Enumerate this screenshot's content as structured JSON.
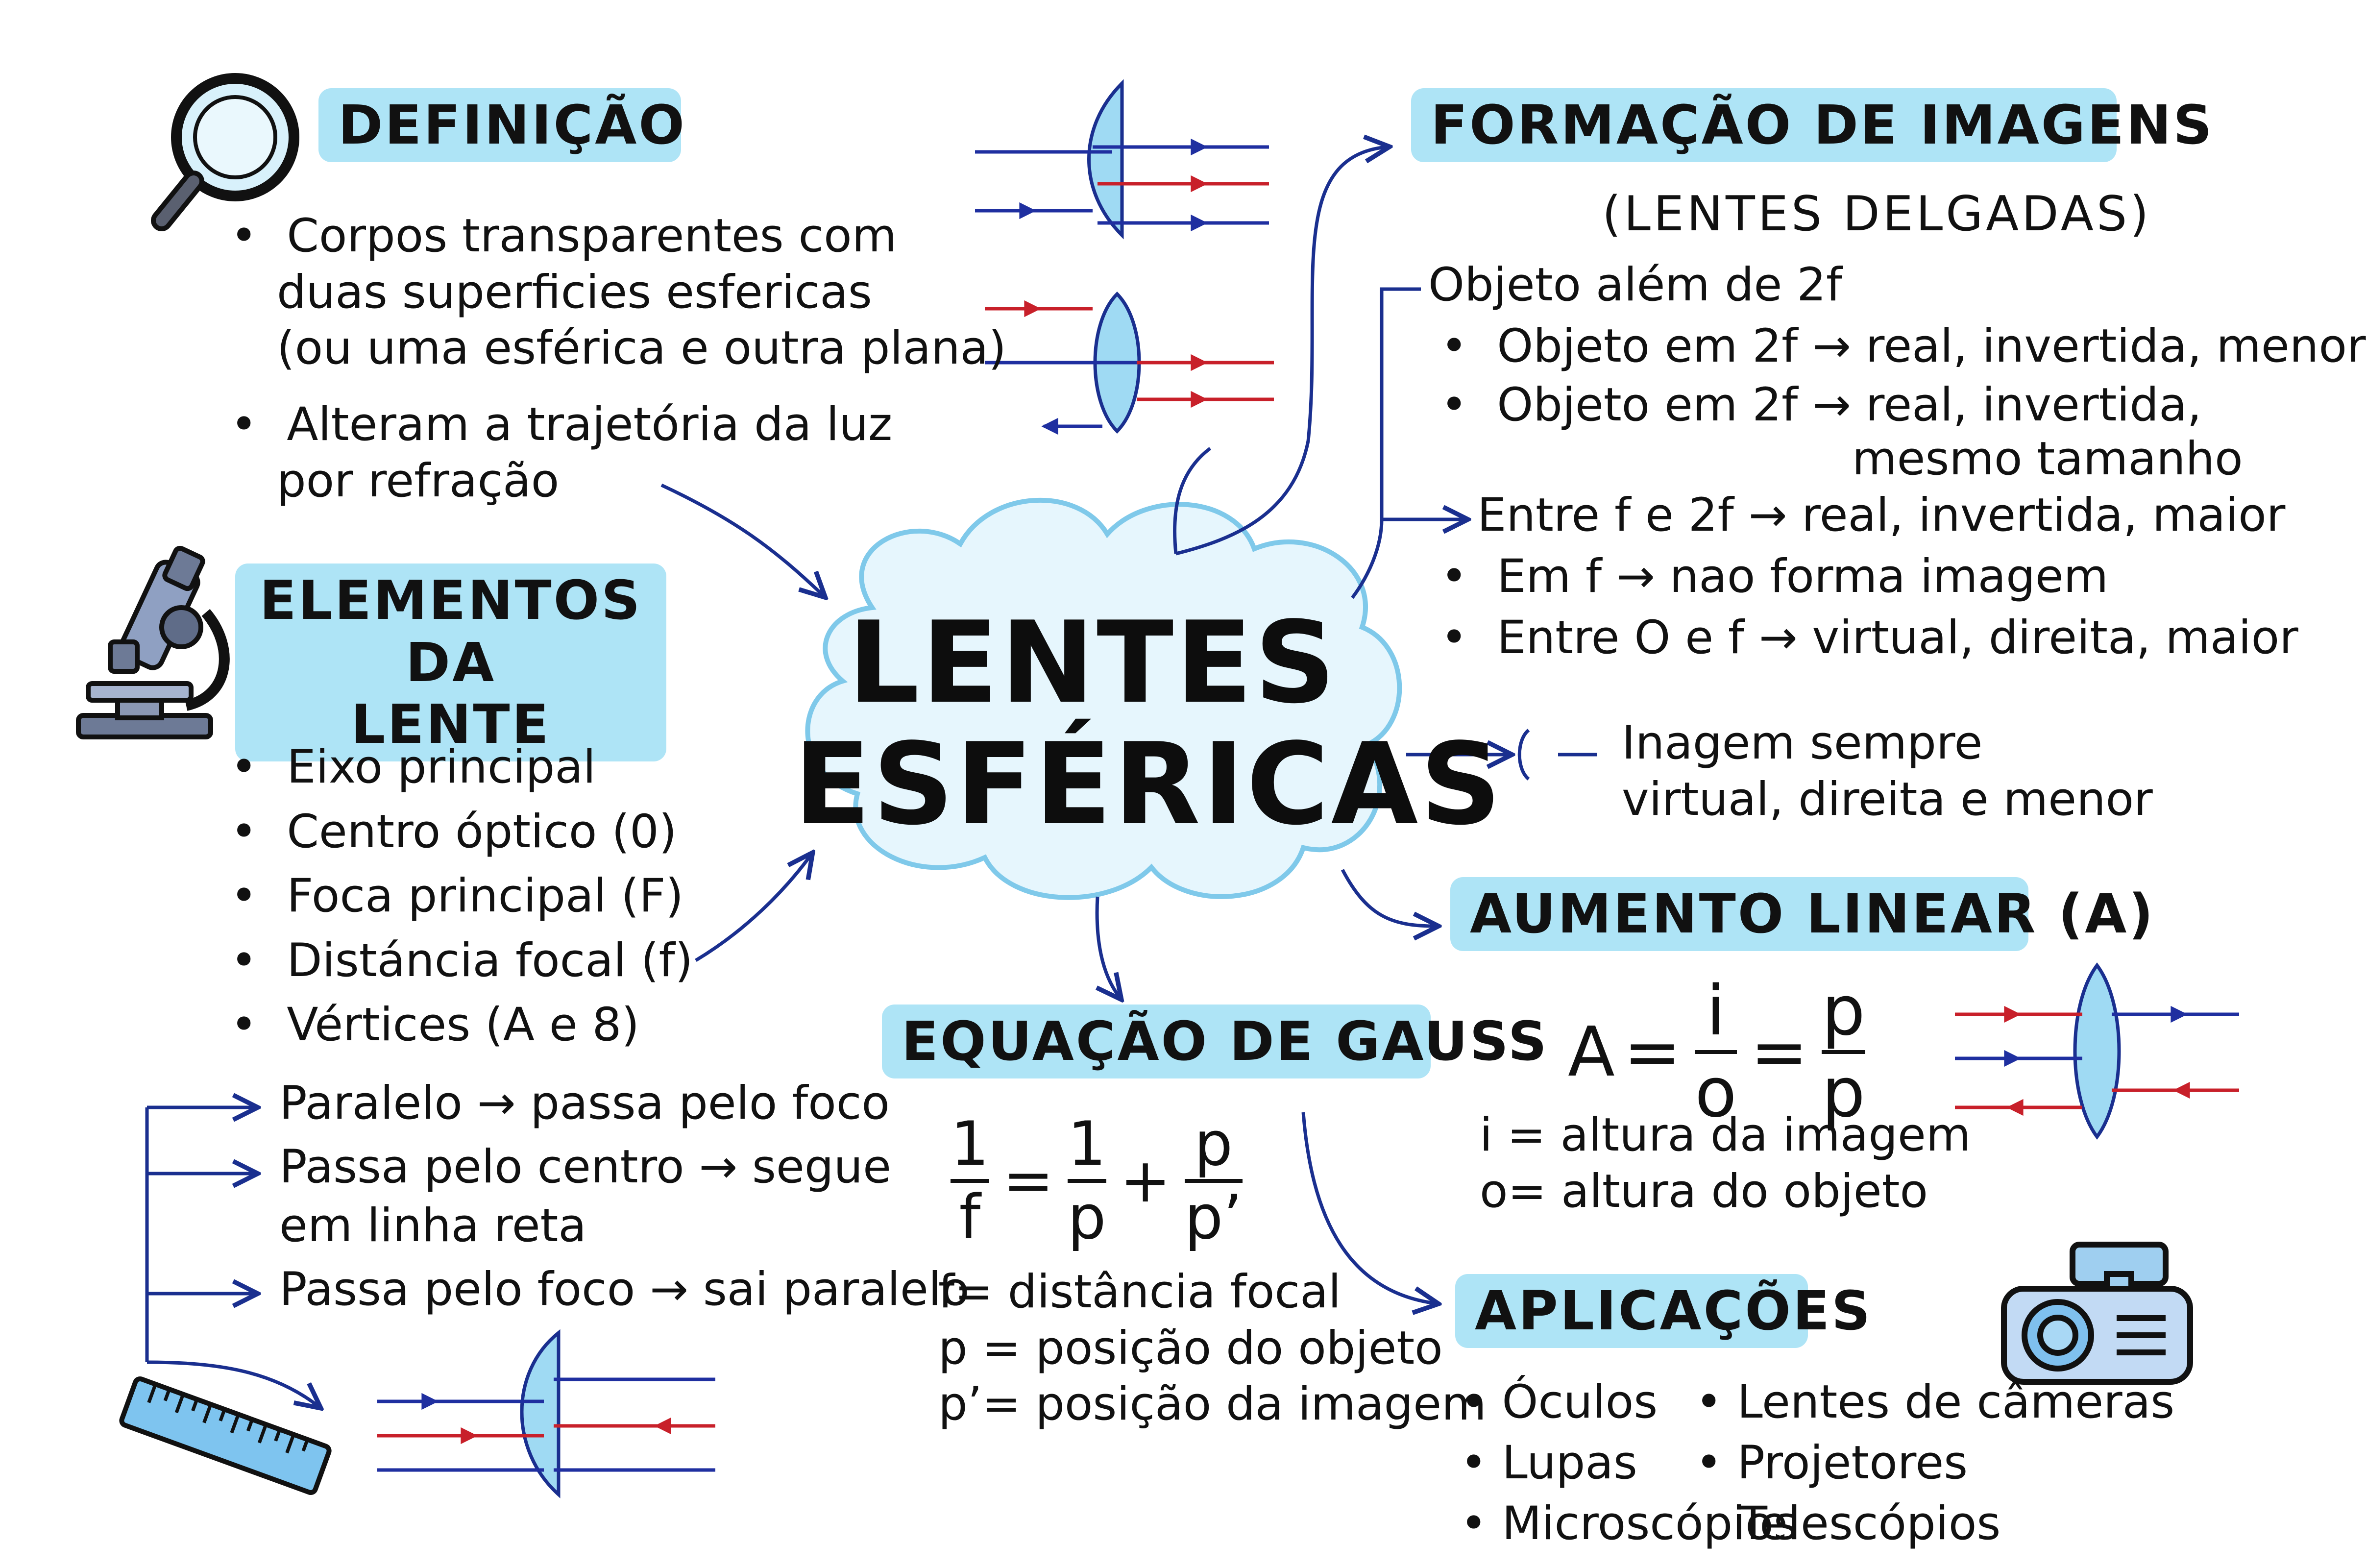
{
  "center": {
    "line1": "LENTES",
    "line2": "ESFÉRICAS"
  },
  "definicao": {
    "title": "DEFINIÇÃO",
    "items": [
      {
        "lines": [
          "Corpos transparentes com",
          "duas superficies esfericas",
          "(ou uma esférica e outra plana)"
        ]
      },
      {
        "lines": [
          "Alteram a trajetória da luz",
          "por refração"
        ]
      }
    ]
  },
  "elementos": {
    "title": [
      "ELEMENTOS DA",
      "LENTE"
    ],
    "items": [
      "Eixo principal",
      "Centro óptico (0)",
      "Foca principal (F)",
      "Distáncia focal (f)",
      "Vértices (A e 8)"
    ]
  },
  "raios": {
    "items": [
      "Paralelo → passa pelo foco",
      "Passa pelo centro → segue",
      "em linha reta",
      "Passa pelo foco → sai paralelo"
    ]
  },
  "formacao": {
    "title": "FORMAÇÃO DE IMAGENS",
    "subtitle": "(LENTES DELGADAS)",
    "header": "Objeto além de 2f",
    "items": [
      "Objeto em 2f → real, invertida, menor",
      "Objeto em 2f → real, invertida,",
      "mesmo tamanho",
      "Entre f e 2f → real, invertida, maior",
      "Em f → nao forma imagem",
      "Entre O e f → virtual, direita, maior"
    ]
  },
  "divergente": {
    "lines": [
      "Inagem sempre",
      "virtual, direita e menor"
    ]
  },
  "aumento": {
    "title": "AUMENTO LINEAR (A)",
    "formula": {
      "lhs": "A",
      "eq": "=",
      "f1_num": "i",
      "f1_den": "o",
      "f2_num": "p",
      "f2_den": "p"
    },
    "defs": [
      "i = altura da imagem",
      "o= altura do objeto"
    ]
  },
  "gauss": {
    "title": "EQUAÇÃO DE GAUSS",
    "formula": {
      "a_num": "1",
      "a_den": "f",
      "eq": "=",
      "b_num": "1",
      "b_den": "p",
      "plus": "+",
      "c_num": "p",
      "c_den": "p’"
    },
    "defs": [
      "f= distância focal",
      "p = posição do objeto",
      "p’= posição da imagem"
    ]
  },
  "aplicacoes": {
    "title": "APLICAÇÕES",
    "col1": [
      "Óculos",
      "Lupas",
      "Microscópios"
    ],
    "col2": [
      "Lentes de câmeras",
      "Projetores",
      "Telescópios"
    ]
  },
  "colors": {
    "banner": "#aee4f6",
    "cloud": "#e6f6fd",
    "arrow": "#1a2f8f",
    "ray_blue": "#1f2fa0",
    "ray_red": "#c8202a",
    "lens": "#8fd3f1"
  },
  "icons": [
    "magnifier-icon",
    "microscope-icon",
    "ruler-icon",
    "projector-icon"
  ]
}
